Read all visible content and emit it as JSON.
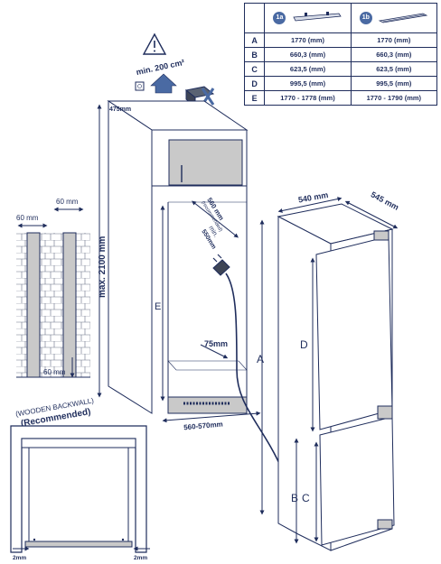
{
  "dimension_table": {
    "columns": [
      {
        "badge": "1a",
        "icon": "bracket-1a-icon"
      },
      {
        "badge": "1b",
        "icon": "bracket-1b-icon"
      }
    ],
    "rows": [
      {
        "key": "A",
        "a": "1770 (mm)",
        "b": "1770 (mm)"
      },
      {
        "key": "B",
        "a": "660,3 (mm)",
        "b": "660,3 (mm)"
      },
      {
        "key": "C",
        "a": "623,5 (mm)",
        "b": "623,5 (mm)"
      },
      {
        "key": "D",
        "a": "995,5 (mm)",
        "b": "995,5 (mm)"
      },
      {
        "key": "E",
        "a": "1770 - 1778 (mm)",
        "b": "1770 - 1790 (mm)"
      }
    ]
  },
  "ventilation": {
    "label": "min. 200 cm²",
    "icon": "ventilation-warning-icon"
  },
  "cabinet": {
    "depth_top": "475mm",
    "max_height": "max. 2100 mm",
    "dim_e": "E",
    "niche_depth": "560 mm",
    "recommended": "(recommended)",
    "min_label": "min.",
    "min_value": "550mm",
    "offset": "75mm",
    "bottom_width": "560-570mm"
  },
  "backwall": {
    "left_gap": "60 mm",
    "right_gap": "60 mm",
    "bottom_gap": "60 mm",
    "caption_1": "(WOODEN BACKWALL)",
    "caption_2": "(Recommended)"
  },
  "section": {
    "left_gap": "2mm",
    "right_gap": "2mm"
  },
  "fridge": {
    "width": "540 mm",
    "depth": "545 mm",
    "dim_a": "A",
    "dim_d": "D",
    "dim_b": "B",
    "dim_c": "C"
  },
  "colors": {
    "ink": "#1f2d5c",
    "panel": "#c9c9c9",
    "accent": "#4a6aa3"
  }
}
